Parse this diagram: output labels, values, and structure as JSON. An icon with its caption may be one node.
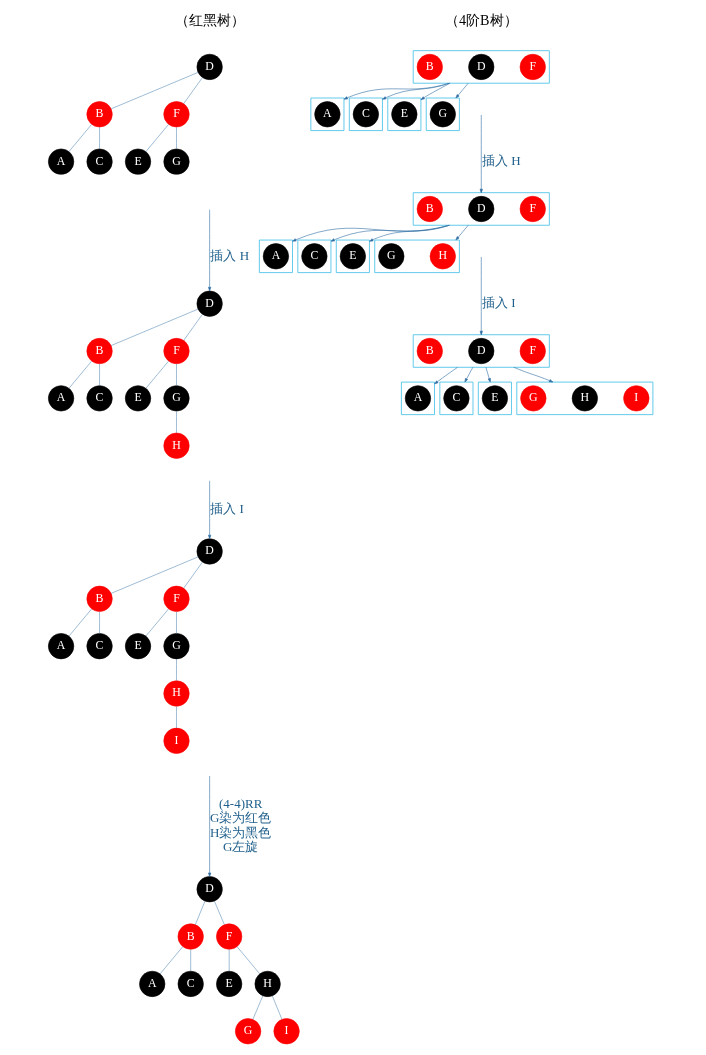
{
  "diagram": {
    "nodes": [
      {
        "text": [
          "D"
        ]
      },
      {
        "text": [
          "B"
        ]
      },
      {
        "text": [
          "F"
        ]
      },
      {
        "text": [
          "A"
        ]
      },
      {
        "text": [
          "C"
        ]
      },
      {
        "text": [
          "E"
        ]
      },
      {
        "text": [
          "G"
        ]
      },
      {
        "text": [
          "D"
        ]
      },
      {
        "text": [
          "B"
        ]
      },
      {
        "text": [
          "F"
        ]
      },
      {
        "text": [
          "A"
        ]
      },
      {
        "text": [
          "C"
        ]
      },
      {
        "text": [
          "E"
        ]
      },
      {
        "text": [
          "G"
        ]
      },
      {
        "text": [
          "H"
        ]
      },
      {
        "text": [
          "D"
        ]
      },
      {
        "text": [
          "B"
        ]
      },
      {
        "text": [
          "F"
        ]
      },
      {
        "text": [
          "A"
        ]
      },
      {
        "text": [
          "C"
        ]
      },
      {
        "text": [
          "E"
        ]
      },
      {
        "text": [
          "G"
        ]
      },
      {
        "text": [
          "H"
        ]
      },
      {
        "text": [
          "I"
        ]
      },
      {
        "text": [
          "D"
        ]
      },
      {
        "text": [
          "B"
        ]
      },
      {
        "text": [
          "F"
        ]
      },
      {
        "text": [
          "A"
        ]
      },
      {
        "text": [
          "C"
        ]
      },
      {
        "text": [
          "E"
        ]
      },
      {
        "text": [
          "H"
        ]
      },
      {
        "text": [
          "G"
        ]
      },
      {
        "text": [
          "I"
        ]
      },
      {
        "text": [],
        "shape": "box"
      },
      {
        "text": [
          "B"
        ],
        "in": 33
      },
      {
        "text": [
          "D"
        ],
        "in": 33
      },
      {
        "text": [
          "F"
        ],
        "in": 33
      },
      {
        "text": [],
        "shape": "box"
      },
      {
        "text": [
          "A"
        ],
        "in": 37
      },
      {
        "text": [],
        "shape": "box"
      },
      {
        "text": [
          "C"
        ],
        "in": 39
      },
      {
        "text": [],
        "shape": "box"
      },
      {
        "text": [
          "E"
        ],
        "in": 41
      },
      {
        "text": [],
        "shape": "box"
      },
      {
        "text": [
          "G"
        ],
        "in": 43
      },
      {
        "text": [],
        "shape": "box"
      },
      {
        "text": [
          "B"
        ],
        "in": 45
      },
      {
        "text": [
          "D"
        ],
        "in": 45
      },
      {
        "text": [
          "F"
        ],
        "in": 45
      },
      {
        "text": [],
        "shape": "box"
      },
      {
        "text": [
          "A"
        ],
        "in": 49
      },
      {
        "text": [],
        "shape": "box"
      },
      {
        "text": [
          "C"
        ],
        "in": 51
      },
      {
        "text": [],
        "shape": "box"
      },
      {
        "text": [
          "E"
        ],
        "in": 53
      },
      {
        "text": [],
        "shape": "box"
      },
      {
        "text": [
          "G"
        ],
        "in": 55
      },
      {
        "text": [
          "H"
        ],
        "in": 55
      },
      {
        "text": [],
        "shape": "box"
      },
      {
        "text": [
          "B"
        ],
        "in": 58
      },
      {
        "text": [
          "D"
        ],
        "in": 58
      },
      {
        "text": [
          "F"
        ],
        "in": 58
      },
      {
        "text": [],
        "shape": "box"
      },
      {
        "text": [
          "A"
        ],
        "in": 62
      },
      {
        "text": [],
        "shape": "box"
      },
      {
        "text": [
          "C"
        ],
        "in": 64
      },
      {
        "text": [],
        "shape": "box"
      },
      {
        "text": [
          "E"
        ],
        "in": 66
      },
      {
        "text": [],
        "shape": "box"
      },
      {
        "text": [
          "G"
        ],
        "in": 68
      },
      {
        "text": [
          "H"
        ],
        "in": 68
      },
      {
        "text": [
          "I"
        ],
        "in": 68
      }
    ],
    "edges": [
      {
        "from": 0,
        "to": 1,
        "arrow": "none"
      },
      {
        "from": 0,
        "to": 2,
        "arrow": "none"
      },
      {
        "from": 1,
        "to": 3,
        "arrow": "none"
      },
      {
        "from": 1,
        "to": 4,
        "arrow": "none"
      },
      {
        "from": 2,
        "to": 5,
        "arrow": "none"
      },
      {
        "from": 2,
        "to": 6,
        "arrow": "none"
      },
      {
        "from": null,
        "to": 7,
        "arrow": "to",
        "label": "插入 H"
      },
      {
        "from": 7,
        "to": 8,
        "arrow": "none"
      },
      {
        "from": 7,
        "to": 9,
        "arrow": "none"
      },
      {
        "from": 8,
        "to": 10,
        "arrow": "none"
      },
      {
        "from": 8,
        "to": 11,
        "arrow": "none"
      },
      {
        "from": 9,
        "to": 12,
        "arrow": "none"
      },
      {
        "from": 9,
        "to": 13,
        "arrow": "none"
      },
      {
        "from": 13,
        "to": 14,
        "arrow": "none"
      },
      {
        "from": null,
        "to": 15,
        "arrow": "to",
        "label": "插入 I"
      },
      {
        "from": 15,
        "to": 16,
        "arrow": "none"
      },
      {
        "from": 15,
        "to": 17,
        "arrow": "none"
      },
      {
        "from": 16,
        "to": 18,
        "arrow": "none"
      },
      {
        "from": 16,
        "to": 19,
        "arrow": "none"
      },
      {
        "from": 17,
        "to": 20,
        "arrow": "none"
      },
      {
        "from": 17,
        "to": 21,
        "arrow": "none"
      },
      {
        "from": 21,
        "to": 22,
        "arrow": "none"
      },
      {
        "from": 22,
        "to": 23,
        "arrow": "none"
      },
      {
        "from": null,
        "to": 24,
        "arrow": "to",
        "label": "(4-4)RR G染为红色 H染为黑色 G左旋"
      },
      {
        "from": 24,
        "to": 25,
        "arrow": "none"
      },
      {
        "from": 24,
        "to": 26,
        "arrow": "none"
      },
      {
        "from": 25,
        "to": 27,
        "arrow": "none"
      },
      {
        "from": 25,
        "to": 28,
        "arrow": "none"
      },
      {
        "from": 26,
        "to": 29,
        "arrow": "none"
      },
      {
        "from": 26,
        "to": 30,
        "arrow": "none"
      },
      {
        "from": 30,
        "to": 31,
        "arrow": "none"
      },
      {
        "from": 30,
        "to": 32,
        "arrow": "none"
      },
      {
        "from": 33,
        "to": 37,
        "arrow": "to"
      },
      {
        "from": 33,
        "to": 39,
        "arrow": "to"
      },
      {
        "from": 33,
        "to": 41,
        "arrow": "to"
      },
      {
        "from": 33,
        "to": 43,
        "arrow": "to"
      },
      {
        "from": null,
        "to": 45,
        "arrow": "to",
        "label": "插入 H"
      },
      {
        "from": 45,
        "to": 49,
        "arrow": "to"
      },
      {
        "from": 45,
        "to": 51,
        "arrow": "to"
      },
      {
        "from": 45,
        "to": 53,
        "arrow": "to"
      },
      {
        "from": 45,
        "to": 55,
        "arrow": "to"
      },
      {
        "from": null,
        "to": 58,
        "arrow": "to",
        "label": "插入 I"
      },
      {
        "from": 58,
        "to": 62,
        "arrow": "to"
      },
      {
        "from": 58,
        "to": 64,
        "arrow": "to"
      },
      {
        "from": 58,
        "to": 66,
        "arrow": "to"
      },
      {
        "from": 58,
        "to": 68,
        "arrow": "to"
      }
    ],
    "labels": [
      "（红黑树）",
      "（4阶B树）"
    ]
  }
}
